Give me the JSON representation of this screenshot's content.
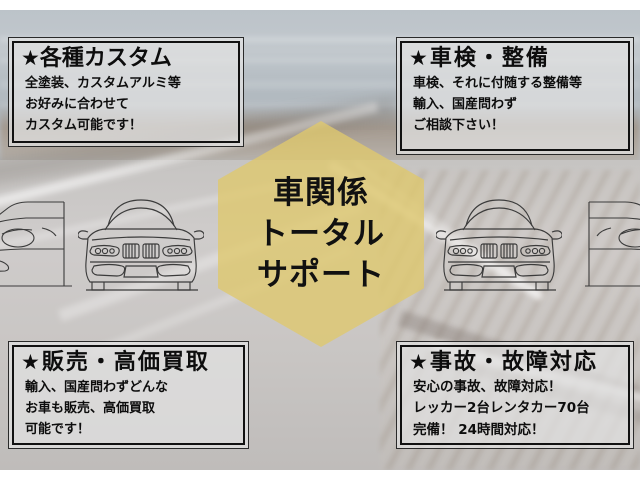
{
  "center_hex": {
    "color": "#dec86e",
    "lines": [
      "車関係",
      "トータル",
      "サポート"
    ]
  },
  "boxes": {
    "top_left": {
      "star": "★",
      "title": "各種カスタム",
      "lines": [
        "全塗装、カスタムアルミ等",
        "お好みに合わせて",
        "カスタム可能です！"
      ]
    },
    "top_right": {
      "star": "★",
      "title": "車検・整備",
      "lines": [
        "車検、それに付随する整備等",
        "輸入、国産問わず",
        "ご相談下さい！"
      ]
    },
    "bottom_left": {
      "star": "★",
      "title": "販売・高価買取",
      "lines": [
        "輸入、国産問わずどんな",
        "お車も販売、高価買取",
        "可能です！"
      ]
    },
    "bottom_right": {
      "star": "★",
      "title": "事故・故障対応",
      "lines": [
        "安心の事故、故障対応！",
        "レッカー2台レンタカー70台",
        "完備！ 24時間対応！"
      ]
    }
  },
  "background": {
    "scene": "coastal-road-photo",
    "car_illustrations": 4
  }
}
